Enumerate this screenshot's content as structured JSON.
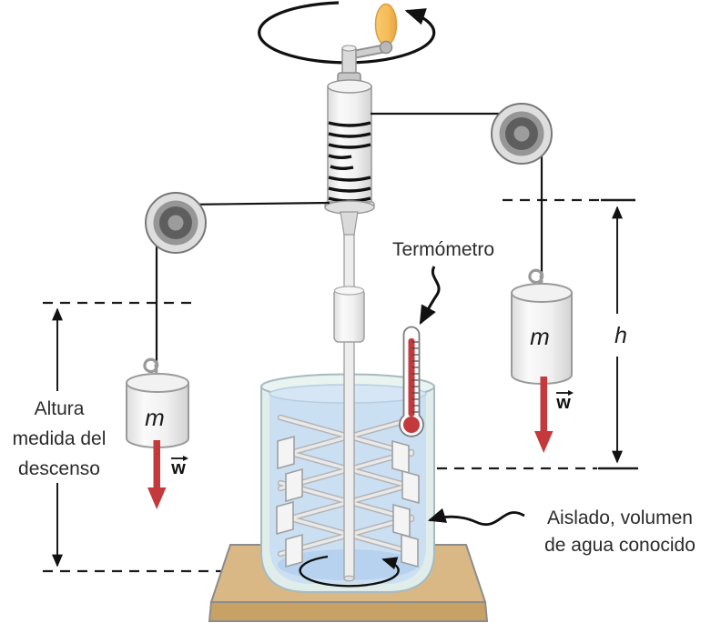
{
  "labels": {
    "thermometer": "Termómetro",
    "insulated_1": "Aislado, volumen",
    "insulated_2": "de agua conocido",
    "descent_1": "Altura",
    "descent_2": "medida del",
    "descent_3": "descenso",
    "height_symbol": "h",
    "mass_left": "m",
    "mass_right": "m",
    "weight_vector_left": "w",
    "weight_vector_right": "w"
  },
  "colors": {
    "weight_arrow_red": "#c5383c",
    "thermometer_red": "#c23a3e",
    "water_blue": "#cadff2",
    "water_deep_blue": "#b7d2ee",
    "glass_tint": "#e0edea",
    "rim_tint": "#e9f3f0",
    "table_top_tan": "#d9b886",
    "table_front_tan": "#c8a265",
    "crank_knob_orange": "#f3bb5f",
    "line_black": "#111111",
    "metal_gray": "#d9d9d9"
  }
}
